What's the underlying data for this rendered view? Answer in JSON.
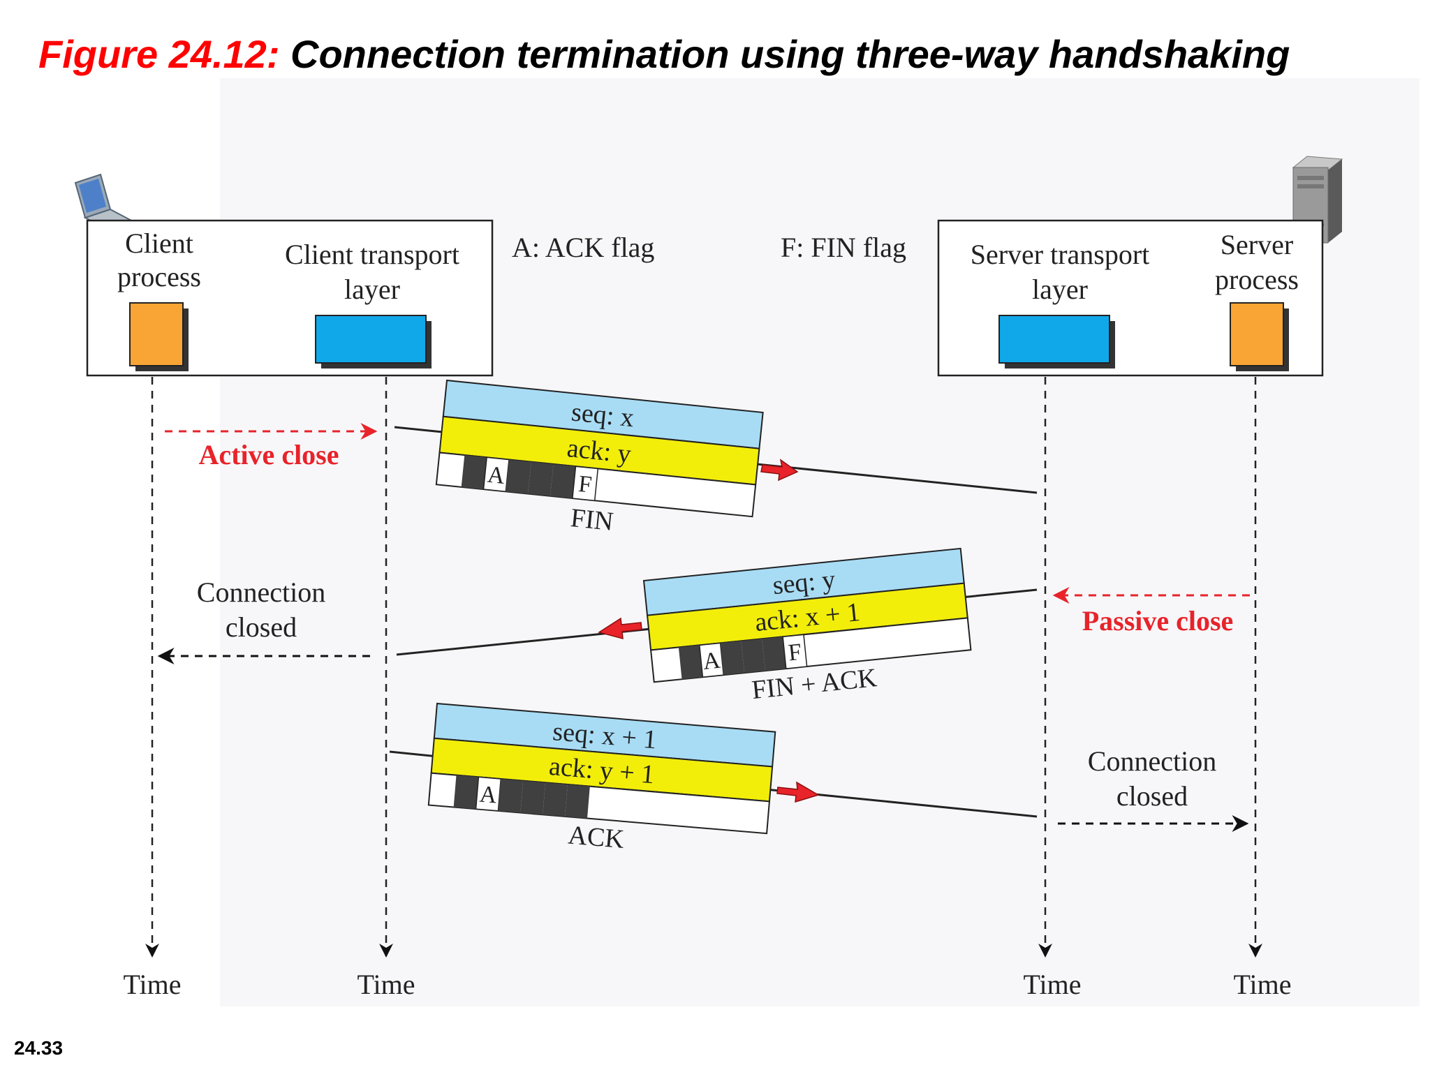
{
  "slide": {
    "figure_label": "Figure 24.12:",
    "figure_caption": "Connection termination using three-way handshaking",
    "page_number": "24.33"
  },
  "diagram": {
    "client_box": {
      "process_label": [
        "Client",
        "process"
      ],
      "transport_label": [
        "Client transport",
        "layer"
      ]
    },
    "server_box": {
      "transport_label": [
        "Server transport",
        "layer"
      ],
      "process_label": [
        "Server",
        "process"
      ]
    },
    "legend": {
      "ack_flag": "A: ACK flag",
      "fin_flag": "F: FIN flag"
    },
    "time_label": "Time",
    "annotations": {
      "active_close": "Active close",
      "passive_close": "Passive close",
      "client_connection_closed": [
        "Connection",
        "closed"
      ],
      "server_connection_closed": [
        "Connection",
        "closed"
      ]
    },
    "segments": [
      {
        "seq": "seq: x",
        "ack": "ack: y",
        "flag_a": "A",
        "flag_f": "F",
        "name": "FIN"
      },
      {
        "seq": "seq: y",
        "ack": "ack: x + 1",
        "flag_a": "A",
        "flag_f": "F",
        "name": "FIN + ACK"
      },
      {
        "seq": "seq: x + 1",
        "ack": "ack: y + 1",
        "flag_a": "A",
        "flag_f": "",
        "name": "ACK"
      }
    ],
    "colors": {
      "seq_band": "#a8dcf5",
      "ack_band": "#f2ee0a",
      "process_orange": "#f8a535",
      "transport_blue": "#10a8e8",
      "accent_red": "#e8232a",
      "flag_dark": "#404040"
    }
  }
}
